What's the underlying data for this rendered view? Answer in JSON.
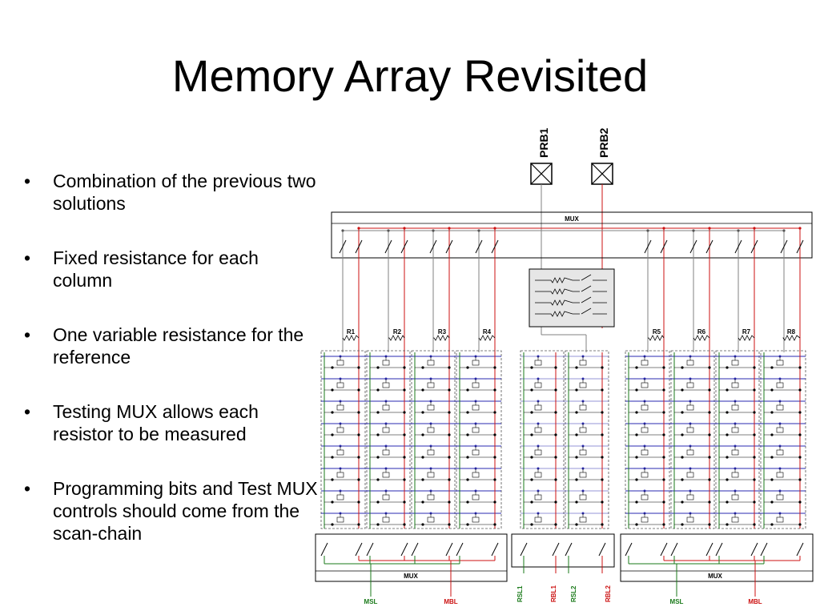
{
  "slide": {
    "title": "Memory Array Revisited",
    "bullets": [
      "Combination of the previous two solutions",
      "Fixed resistance for each column",
      "One variable resistance for the reference",
      "Testing MUX allows each resistor to be measured",
      "Programming bits and Test MUX controls should come from the scan-chain"
    ],
    "bullet_symbol": "•"
  },
  "diagram": {
    "probes": [
      "PRB1",
      "PRB2"
    ],
    "mux_label": "MUX",
    "resistors": [
      "R1",
      "R2",
      "R3",
      "R4",
      "R5",
      "R6",
      "R7",
      "R8"
    ],
    "bottom_mux_labels": [
      "MUX",
      "MUX"
    ],
    "bottom_signals": [
      {
        "label": "MSL",
        "color": "#1a7a1a"
      },
      {
        "label": "MBL",
        "color": "#cc1111"
      },
      {
        "label": "RSL1",
        "color": "#1a7a1a"
      },
      {
        "label": "RBL1",
        "color": "#cc1111"
      },
      {
        "label": "RSL2",
        "color": "#1a7a1a"
      },
      {
        "label": "RBL2",
        "color": "#cc1111"
      },
      {
        "label": "MSL",
        "color": "#1a7a1a"
      },
      {
        "label": "MBL",
        "color": "#cc1111"
      }
    ],
    "colors": {
      "bitline": "#cc1111",
      "sourceline": "#1a7a1a",
      "wordline": "#2a2ab0",
      "wire": "#808080"
    },
    "rows": 8
  }
}
